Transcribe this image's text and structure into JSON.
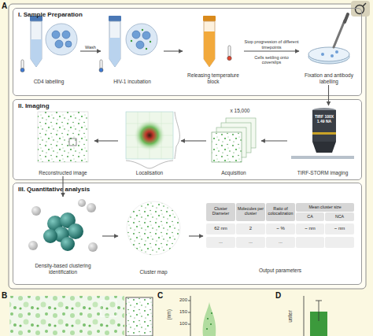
{
  "diagram": {
    "nodes": [
      {
        "text": [
          "I. Sample Preparation"
        ]
      },
      {
        "text": [
          "CD4 labelling"
        ],
        "in": 0
      },
      {
        "text": [
          "HIV-1 incubation"
        ],
        "in": 0
      },
      {
        "text": [
          "Releasing temperature block"
        ],
        "in": 0
      },
      {
        "text": [
          "Fixation and antibody labelling"
        ],
        "in": 0
      },
      {
        "text": [
          "II. Imaging"
        ]
      },
      {
        "text": [
          "TIRF-STORM imaging"
        ],
        "in": 5
      },
      {
        "text": [
          "Acquisition"
        ],
        "in": 5
      },
      {
        "text": [
          "Localisation"
        ],
        "in": 5
      },
      {
        "text": [
          "Reconstructed image"
        ],
        "in": 5
      },
      {
        "text": [
          "III. Quantitative analysis"
        ]
      },
      {
        "text": [
          "Density-based clustering identification"
        ],
        "in": 10
      },
      {
        "text": [
          "Cluster map"
        ],
        "in": 10
      },
      {
        "text": [
          "Output parameters"
        ],
        "in": 10
      }
    ],
    "edges": [
      {
        "from": 1,
        "to": 2,
        "arrow": "to",
        "label": "Wash"
      },
      {
        "from": 2,
        "to": 3,
        "arrow": "to"
      },
      {
        "from": 3,
        "to": 4,
        "arrow": "to",
        "label": "Stop progression of different timepoints"
      },
      {
        "from": 4,
        "to": 6,
        "arrow": "to"
      },
      {
        "from": 6,
        "to": 7,
        "arrow": "to"
      },
      {
        "from": 7,
        "to": 8,
        "arrow": "to"
      },
      {
        "from": 8,
        "to": 9,
        "arrow": "to"
      },
      {
        "from": 9,
        "to": 11,
        "arrow": "to"
      },
      {
        "from": 11,
        "to": 12,
        "arrow": "to"
      },
      {
        "from": 12,
        "to": 13,
        "arrow": "to"
      }
    ],
    "labels": [
      "A",
      "Cells settling onto coverslips",
      "TIRF 100X 1.49 NA",
      "x 15,000",
      "Cluster Diameter",
      "Molecules per cluster",
      "Ratio of colocalization",
      "Mean cluster size",
      "CA",
      "NCA",
      "62 nm",
      "2",
      "~ %",
      "~ nm",
      "~ nm",
      "...",
      "...",
      "...",
      "B",
      "C",
      "200",
      "150",
      "100",
      "(nm)",
      "D",
      "uster"
    ]
  }
}
